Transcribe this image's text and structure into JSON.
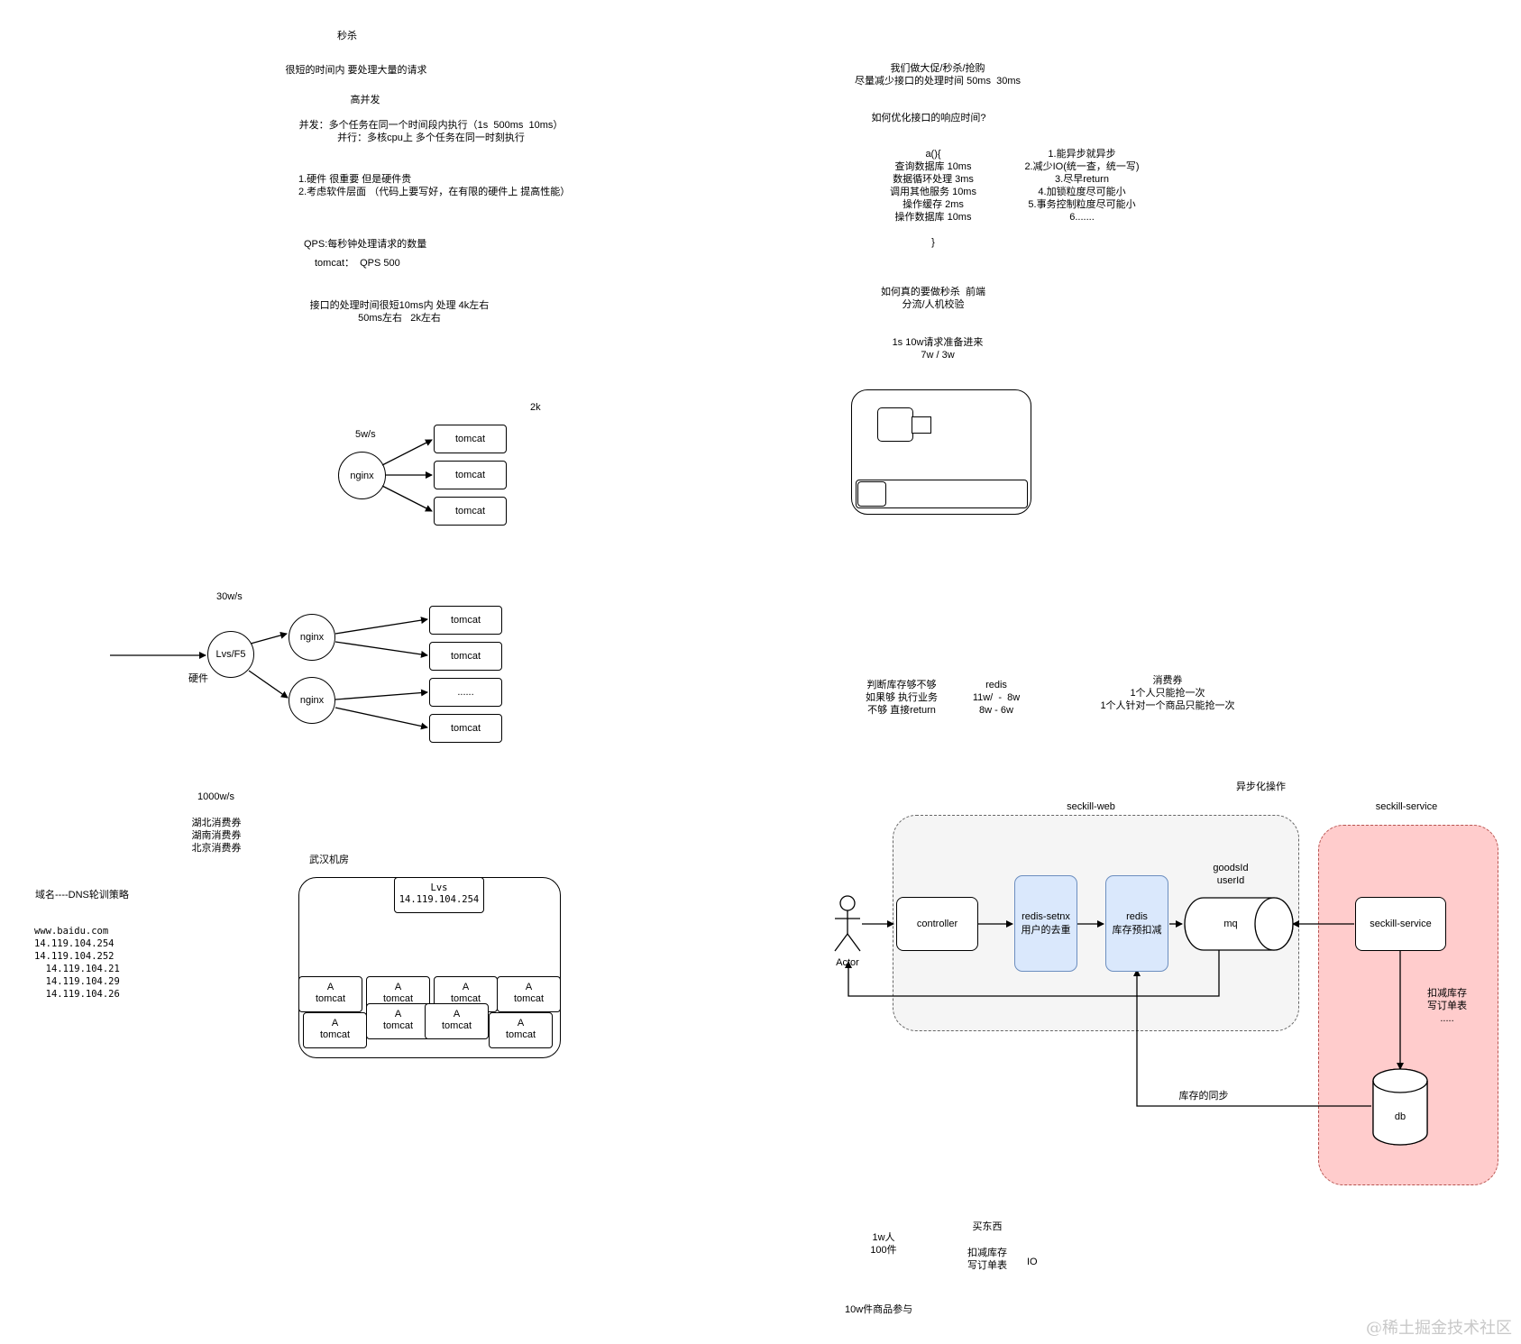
{
  "texts": {
    "title": "秒杀",
    "short_time": "很短的时间内 要处理大量的请求",
    "high_concurrency": "高并发",
    "concurrency_def": "并发：多个任务在同一个时间段内执行（1s  500ms  10ms）\n并行：多核cpu上 多个任务在同一时刻执行",
    "hw_sw": "1.硬件 很重要 但是硬件贵\n2.考虑软件层面 （代码上要写好，在有限的硬件上 提高性能）",
    "qps": "QPS:每秒钟处理请求的数量",
    "tomcat_qps": "tomcat：  QPS 500",
    "api_time": "接口的处理时间很短10ms内 处理 4k左右\n50ms左右   2k左右",
    "k2": "2k",
    "w5": "5w/s",
    "w30": "30w/s",
    "hardware": "硬件",
    "w1000": "1000w/s",
    "coupons": "湖北消费券\n湖南消费券\n北京消费券",
    "dns": "域名----DNS轮训策略",
    "ip_list": "www.baidu.com\n14.119.104.254\n14.119.104.252\n  14.119.104.21\n  14.119.104.29\n  14.119.104.26",
    "wuhan": "武汉机房",
    "promo": "我们做大促/秒杀/抢购\n尽量减少接口的处理时间 50ms  30ms",
    "optimize": "如何优化接口的响应时间?",
    "code": "a(){\n查询数据库 10ms\n数据循环处理 3ms\n调用其他服务 10ms\n操作缓存 2ms\n操作数据库 10ms\n\n}",
    "tips": "1.能异步就异步\n2.减少IO(统一查，统一写)\n3.尽早return\n4.加锁粒度尽可能小\n5.事务控制粒度尽可能小\n6.......",
    "real_seckill": "如何真的要做秒杀  前端\n分流/人机校验",
    "req_10w": "1s 10w请求准备进来\n7w / 3w",
    "judge_stock": "判断库存够不够\n如果够 执行业务\n不够 直接return",
    "redis_note": "redis\n11w/  -  8w\n8w - 6w",
    "coupon_rule": "消费券\n1个人只能抢一次\n1个人针对一个商品只能抢一次",
    "async_op": "异步化操作",
    "seckill_web": "seckill-web",
    "seckill_service_title": "seckill-service",
    "goods_user": "goodsId\nuserId",
    "actor": "Actor",
    "deduct_stock": "扣减库存\n写订单表\n.....",
    "stock_sync": "库存的同步",
    "buy": "买东西",
    "people_items": "1w人\n100件",
    "deduct_write": "扣减库存\n写订单表",
    "io": "IO",
    "items_10w": "10w件商品参与",
    "watermark": "@稀土掘金技术社区"
  },
  "nodes": {
    "nginx": "nginx",
    "tomcat": "tomcat",
    "lvs_f5": "Lvs/F5",
    "dots": "......",
    "lvs_box": "Lvs\n14.119.104.254",
    "a_tomcat": "A\ntomcat",
    "controller": "controller",
    "redis_setnx": "redis-setnx\n用户的去重",
    "redis_stock": "redis\n库存预扣减",
    "mq": "mq",
    "seckill_service": "seckill-service",
    "db": "db"
  },
  "colors": {
    "web_group_fill": "#f5f5f5",
    "service_group_fill": "#ffcccc",
    "redis_fill": "#dae8fc",
    "redis_stroke": "#6c8ebf",
    "service_stroke": "#b85450"
  }
}
